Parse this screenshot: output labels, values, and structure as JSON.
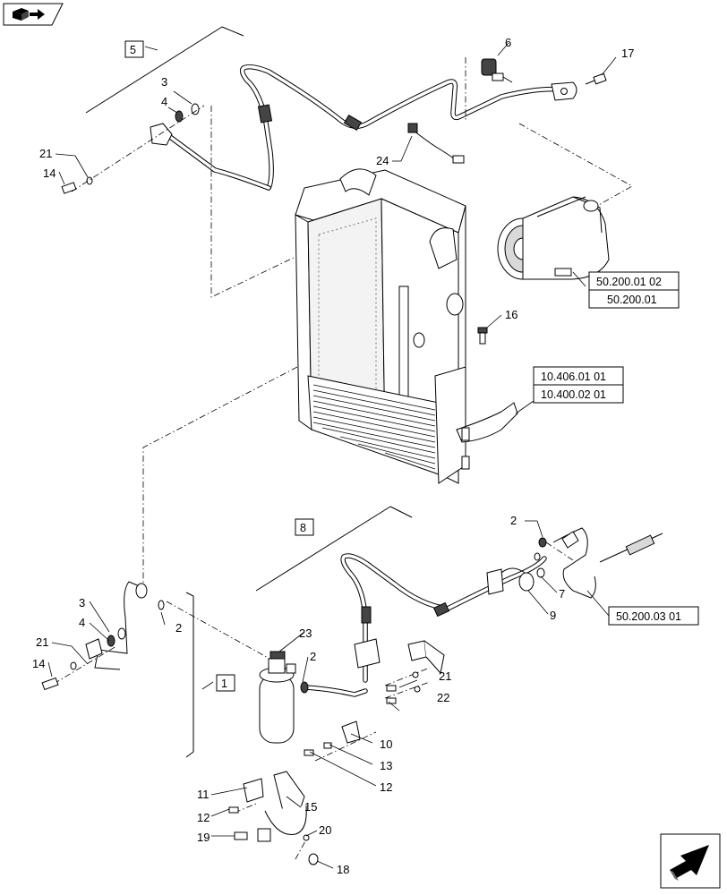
{
  "callouts": {
    "c6": "6",
    "c17": "17",
    "c3a": "3",
    "c4a": "4",
    "c21a": "21",
    "c14a": "14",
    "c24": "24",
    "c16": "16",
    "c2a": "2",
    "c7": "7",
    "c9": "9",
    "c3b": "3",
    "c4b": "4",
    "c2b": "2",
    "c23": "23",
    "c2c": "2",
    "c21b": "21",
    "c14b": "14",
    "c22": "22",
    "c21c": "21",
    "c10": "10",
    "c13": "13",
    "c12a": "12",
    "c11": "11",
    "c15": "15",
    "c12b": "12",
    "c19": "19",
    "c20": "20",
    "c18": "18"
  },
  "group_labels": {
    "g5": "5",
    "g8": "8",
    "g1": "1"
  },
  "references": {
    "r1": "50.200.01 02",
    "r2": "50.200.01",
    "r3": "10.406.01 01",
    "r4": "10.400.02 01",
    "r5": "50.200.03 01"
  },
  "icons": {
    "top_left": "book-arrow-icon",
    "bottom_right": "next-page-arrow-icon"
  }
}
